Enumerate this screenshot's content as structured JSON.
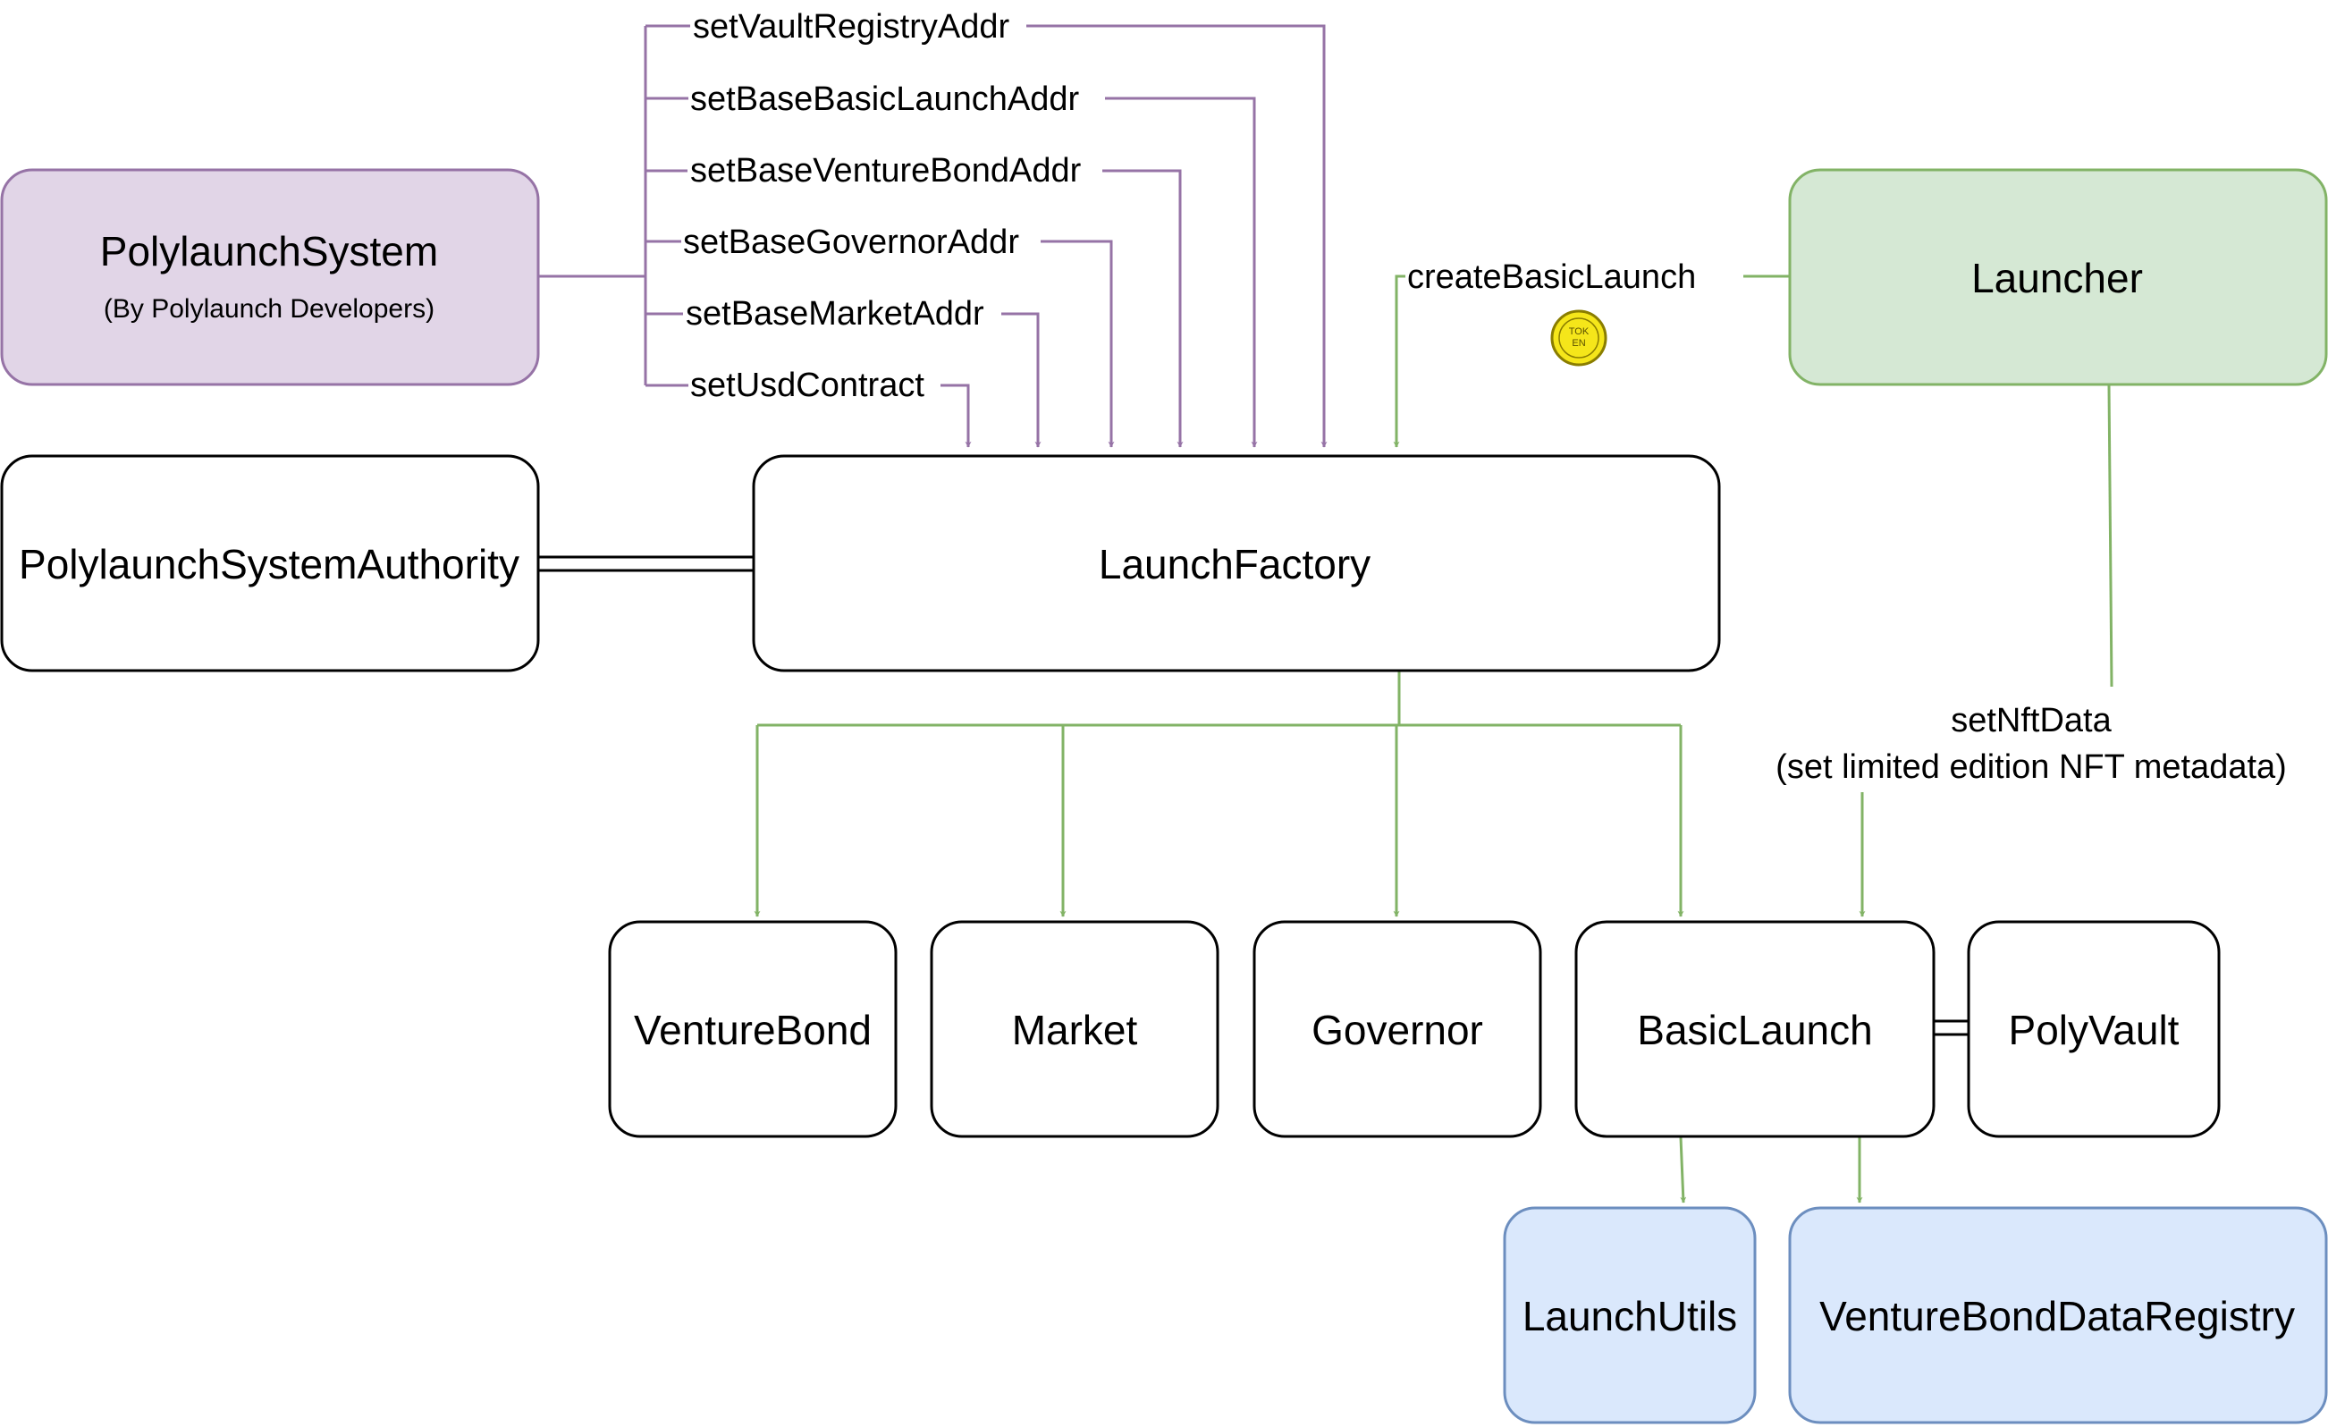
{
  "colors": {
    "purple_fill": "#e1d5e7",
    "purple_stroke": "#9673a6",
    "green_fill": "#d5e8d4",
    "green_stroke": "#82b366",
    "blue_fill": "#dae8fc",
    "blue_stroke": "#6c8ebf",
    "token_fill": "#f5e61a"
  },
  "nodes": {
    "polylaunch_system": {
      "title": "PolylaunchSystem",
      "subtitle": "(By Polylaunch Developers)"
    },
    "launcher": {
      "title": "Launcher"
    },
    "polylaunch_system_authority": {
      "title": "PolylaunchSystemAuthority"
    },
    "launch_factory": {
      "title": "LaunchFactory"
    },
    "venture_bond": {
      "title": "VentureBond"
    },
    "market": {
      "title": "Market"
    },
    "governor": {
      "title": "Governor"
    },
    "basic_launch": {
      "title": "BasicLaunch"
    },
    "poly_vault": {
      "title": "PolyVault"
    },
    "launch_utils": {
      "title": "LaunchUtils"
    },
    "venture_bond_data_registry": {
      "title": "VentureBondDataRegistry"
    }
  },
  "edges": {
    "set_vault_registry_addr": "setVaultRegistryAddr",
    "set_base_basic_launch_addr": "setBaseBasicLaunchAddr",
    "set_base_venture_bond_addr": "setBaseVentureBondAddr",
    "set_base_governor_addr": "setBaseGovernorAddr",
    "set_base_market_addr": "setBaseMarketAddr",
    "set_usd_contract": "setUsdContract",
    "create_basic_launch": "createBasicLaunch",
    "set_nft_data_line1": "setNftData",
    "set_nft_data_line2": "(set limited edition NFT metadata)"
  },
  "token_icon": {
    "icon": "token-coin-icon",
    "text": "TOKEN"
  }
}
